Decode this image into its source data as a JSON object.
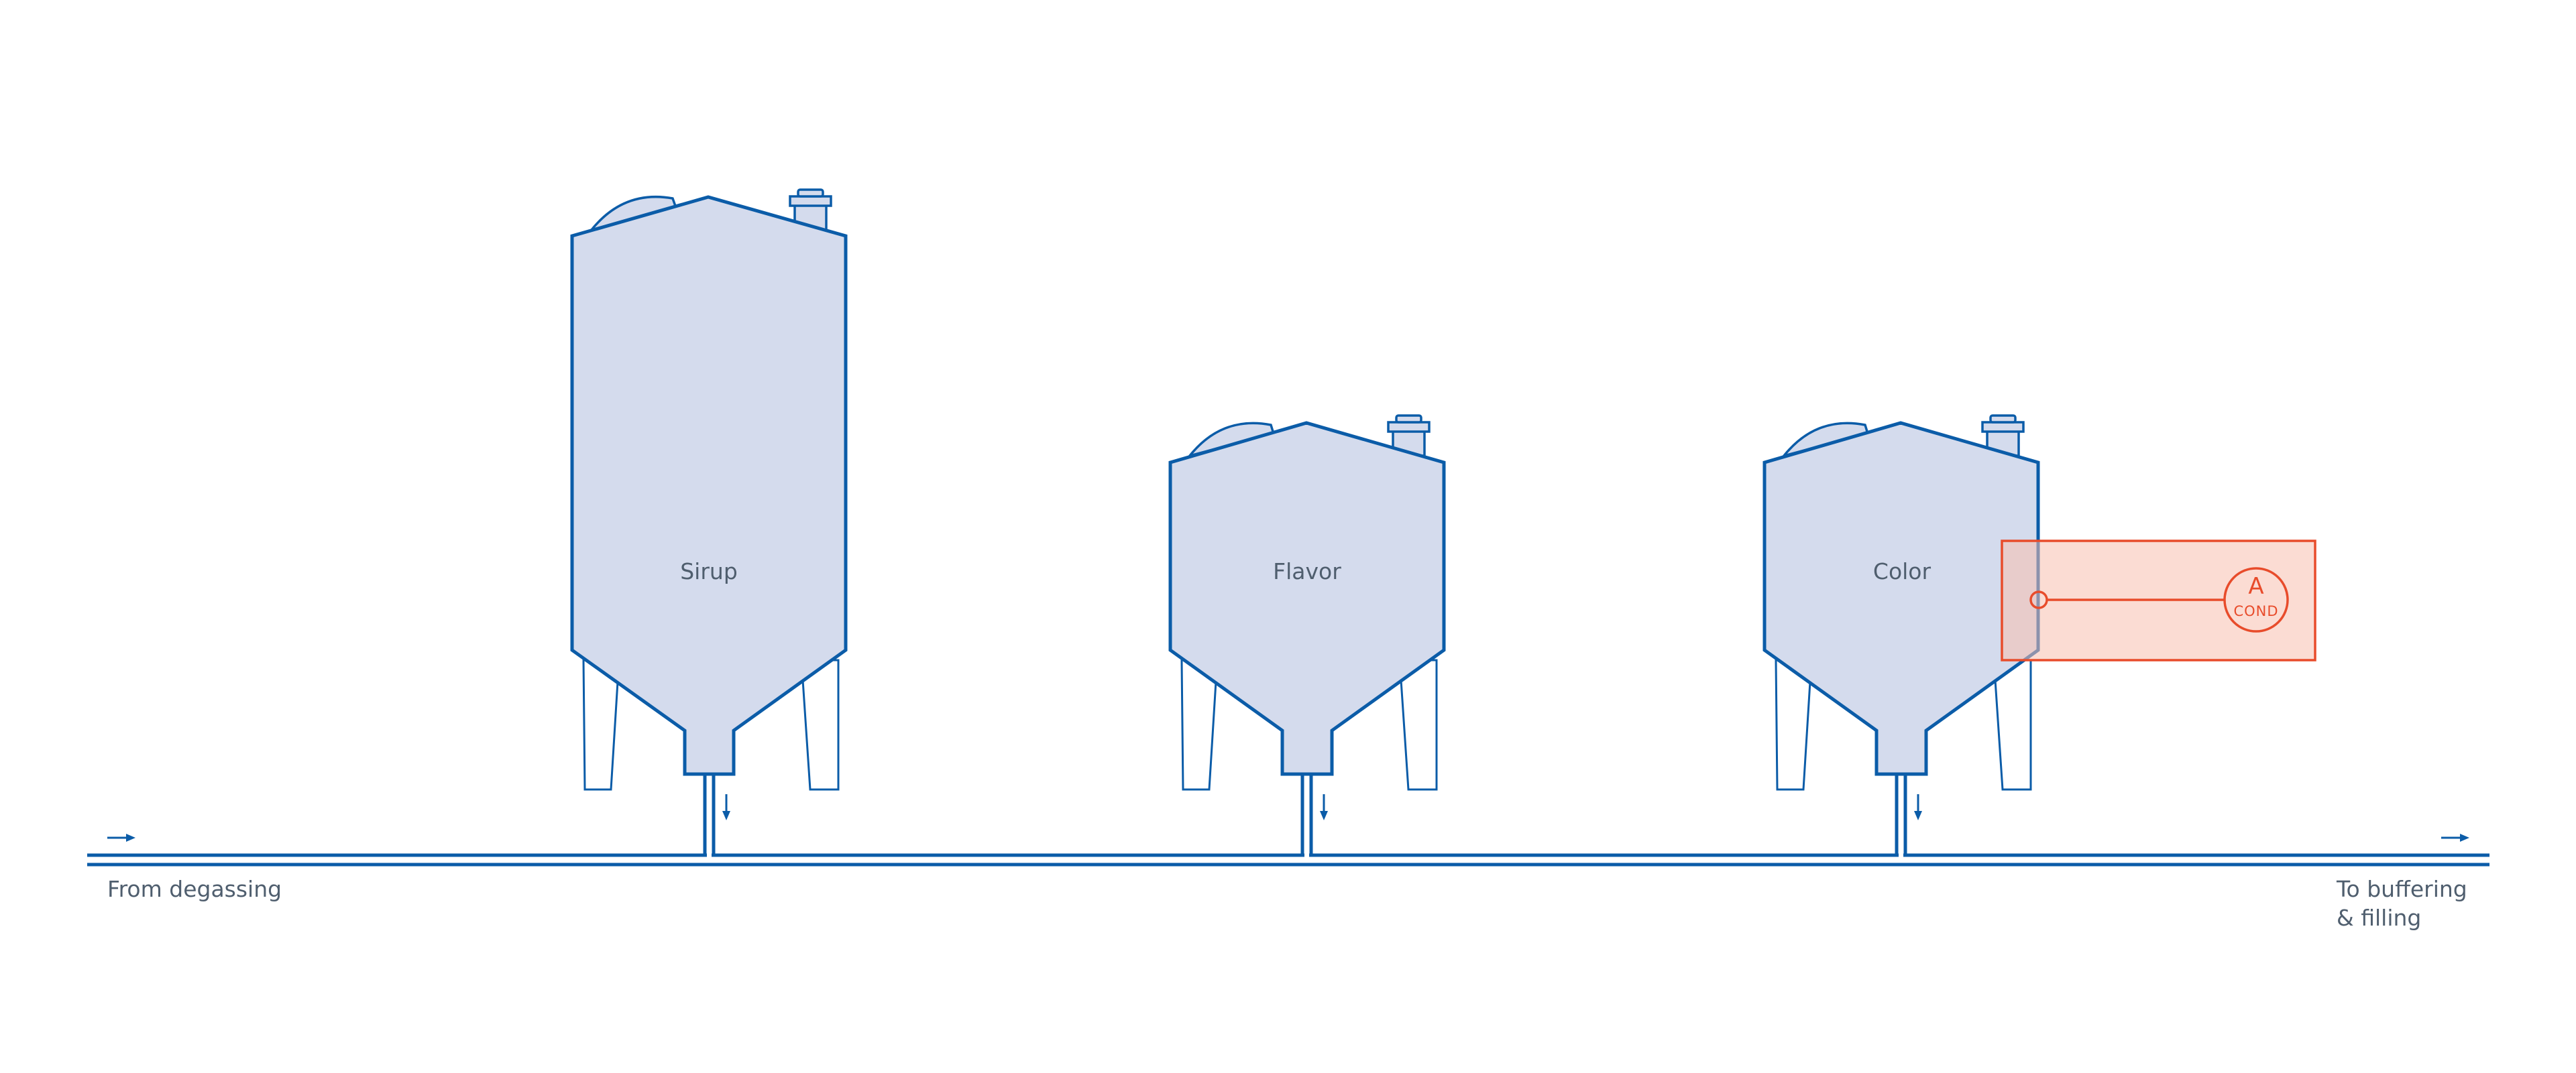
{
  "colors": {
    "tank_fill": "#d4dbed",
    "line": "#0b5ca8",
    "label_text": "#4f5e6e",
    "sensor": "#e84c2b",
    "sensor_fill": "#f7bfae"
  },
  "tanks": [
    {
      "label": "Sirup"
    },
    {
      "label": "Flavor"
    },
    {
      "label": "Color"
    }
  ],
  "inlet": {
    "label": "From degassing",
    "icon": "flow-arrow-right-icon"
  },
  "outlet": {
    "line1": "To buffering",
    "line2": "& filling",
    "icon": "flow-arrow-right-icon"
  },
  "sensor": {
    "letter": "A",
    "code": "COND",
    "attached_to": "Color"
  }
}
